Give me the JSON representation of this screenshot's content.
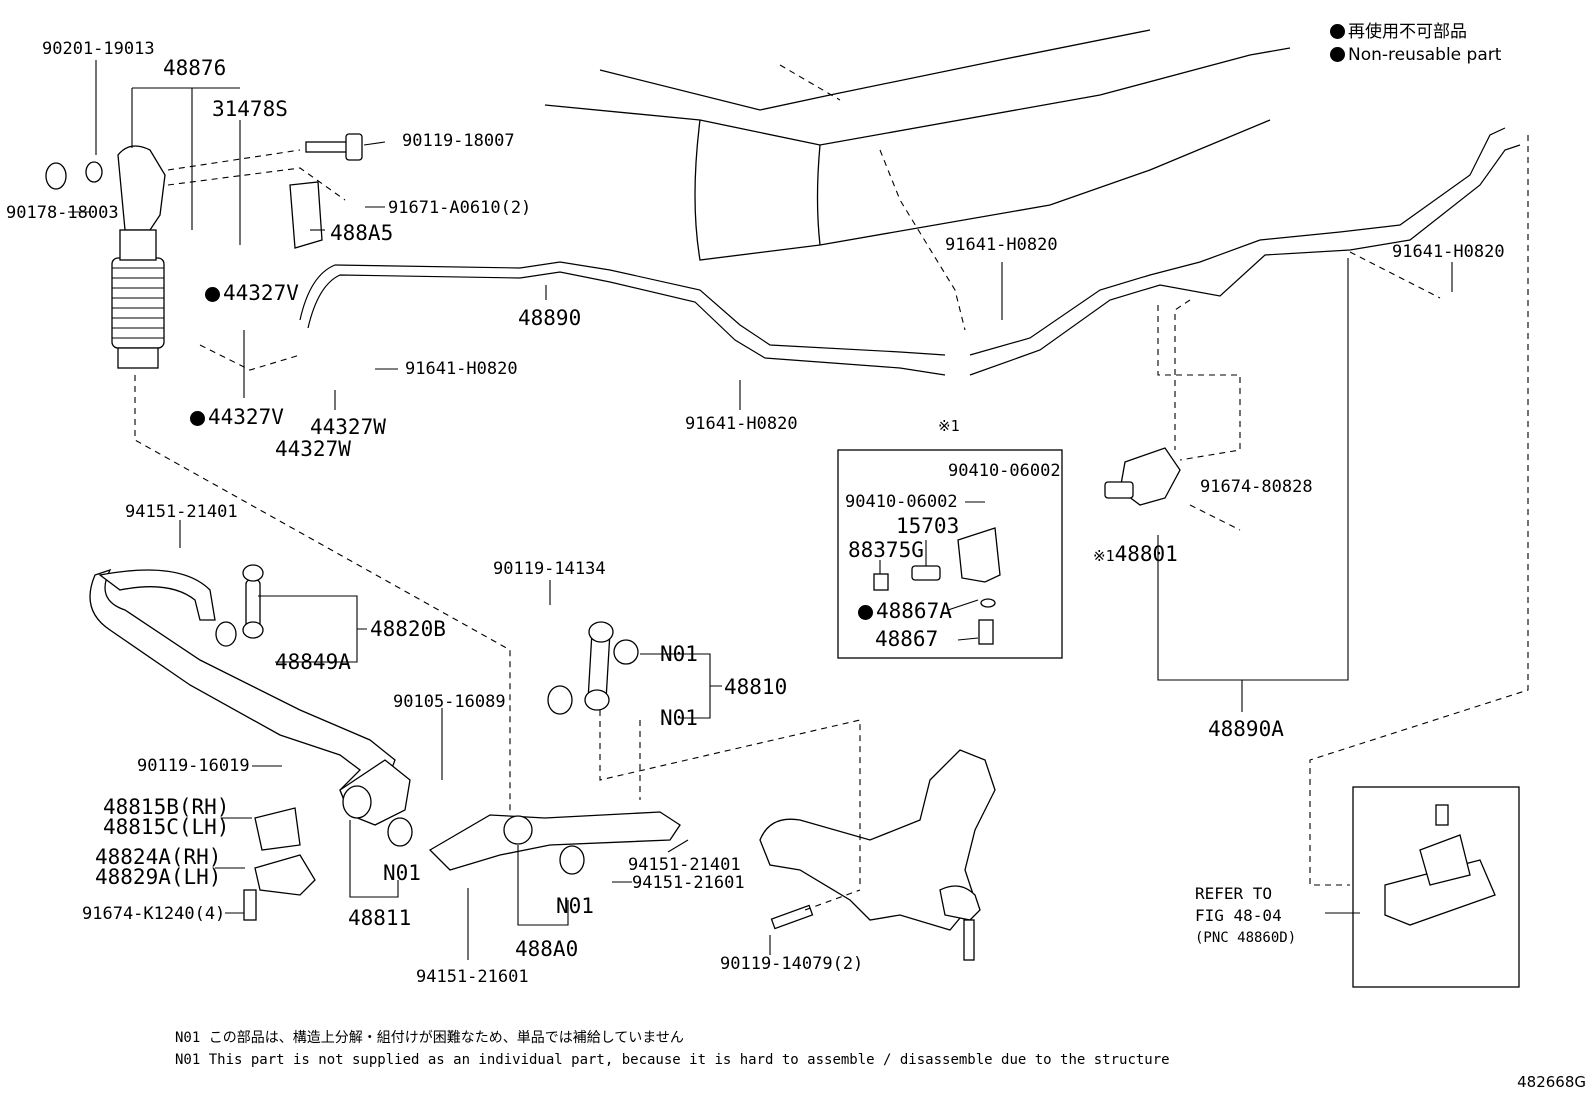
{
  "legend": {
    "line1": "再使用不可部品",
    "line2": "Non-reusable part"
  },
  "labels": {
    "p90201_19013": "90201-19013",
    "p48876": "48876",
    "p31478S": "31478S",
    "p90119_18007": "90119-18007",
    "p90178_18003": "90178-18003",
    "p91671_A0610": "91671-A0610(2)",
    "p488A5": "488A5",
    "p44327V_top": "44327V",
    "p44327V_bot": "44327V",
    "p44327W_1": "44327W",
    "p44327W_2": "44327W",
    "p48890": "48890",
    "p91641_H0820_a": "91641-H0820",
    "p91641_H0820_b": "91641-H0820",
    "p91641_H0820_c": "91641-H0820",
    "p91641_H0820_d": "91641-H0820",
    "note_mark": "※1",
    "p90410_06002_a": "90410-06002",
    "p90410_06002_b": "90410-06002",
    "p15703": "15703",
    "p88375G": "88375G",
    "p48867A": "48867A",
    "p48867": "48867",
    "p91674_80828": "91674-80828",
    "p48801_mark": "※1",
    "p48801": "48801",
    "p48890A": "48890A",
    "p94151_21401_a": "94151-21401",
    "p48820B": "48820B",
    "p48849A": "48849A",
    "p90119_14134": "90119-14134",
    "p48810": "48810",
    "n01_a": "N01",
    "n01_b": "N01",
    "p90105_16089": "90105-16089",
    "p90119_16019": "90119-16019",
    "p48815B": "48815B(RH)",
    "p48815C": "48815C(LH)",
    "p48824A": "48824A(RH)",
    "p48829A": "48829A(LH)",
    "p91674_K1240": "91674-K1240(4)",
    "n01_c": "N01",
    "p48811": "48811",
    "n01_d": "N01",
    "p488A0": "488A0",
    "p94151_21401_b": "94151-21401",
    "p94151_21601_a": "94151-21601",
    "p94151_21601_b": "94151-21601",
    "p90119_14079": "90119-14079(2)"
  },
  "refer": {
    "line1": "REFER TO",
    "line2": "FIG 48-04",
    "line3": "(PNC 48860D)"
  },
  "footnote": {
    "jp": "N01 この部品は、構造上分解・組付けが困難なため、単品では補給していません",
    "en": "N01 This part is not supplied as an individual part, because it is hard to assemble / disassemble due to the structure"
  },
  "figure_code": "482668G"
}
